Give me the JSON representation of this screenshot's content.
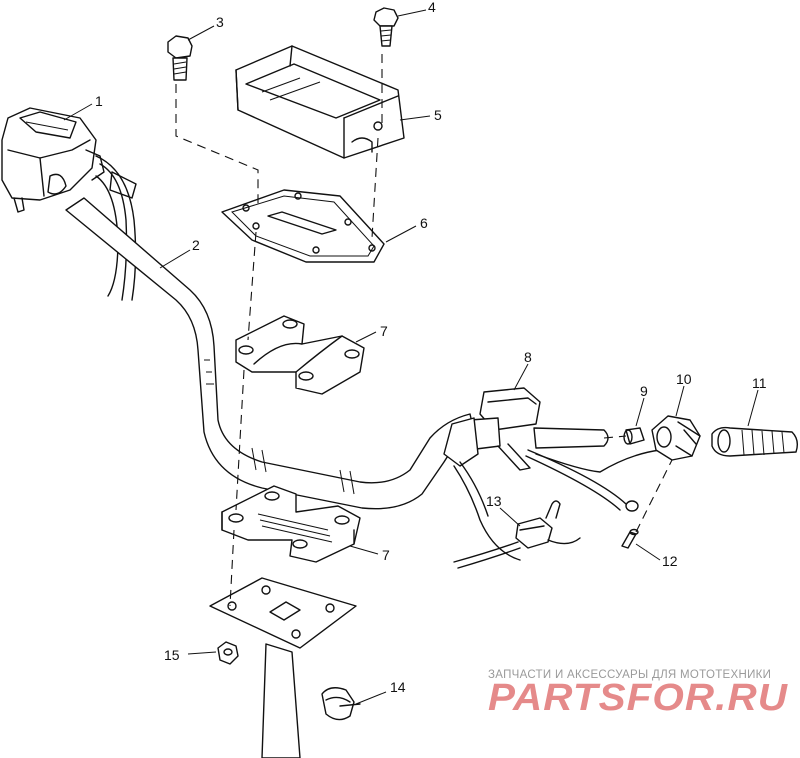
{
  "callouts": {
    "c1": "1",
    "c2": "2",
    "c3": "3",
    "c4": "4",
    "c5": "5",
    "c6": "6",
    "c7a": "7",
    "c7b": "7",
    "c8": "8",
    "c9": "9",
    "c10": "10",
    "c11": "11",
    "c12": "12",
    "c13": "13",
    "c14": "14",
    "c15": "15"
  },
  "watermark": {
    "tagline": "ЗАПЧАСТИ И АКСЕССУАРЫ ДЛЯ МОТОТЕХНИКИ",
    "brand": "PARTSFOR.RU"
  }
}
